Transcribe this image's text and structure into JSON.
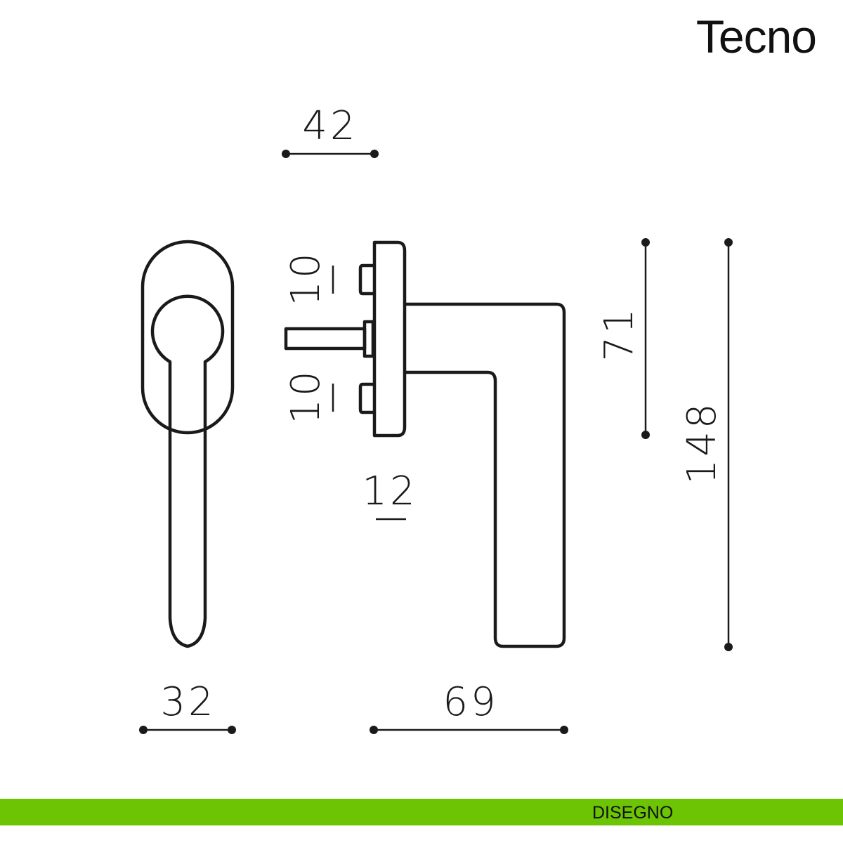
{
  "title": "Tecno",
  "footer": {
    "label": "DISEGNO",
    "color": "#6cc404"
  },
  "dimensions": {
    "top_width": "42",
    "rose_width": "32",
    "lever_projection": "69",
    "rose_height": "71",
    "total_height": "148",
    "boss_upper": "10",
    "boss_lower": "10",
    "spindle": "12"
  }
}
